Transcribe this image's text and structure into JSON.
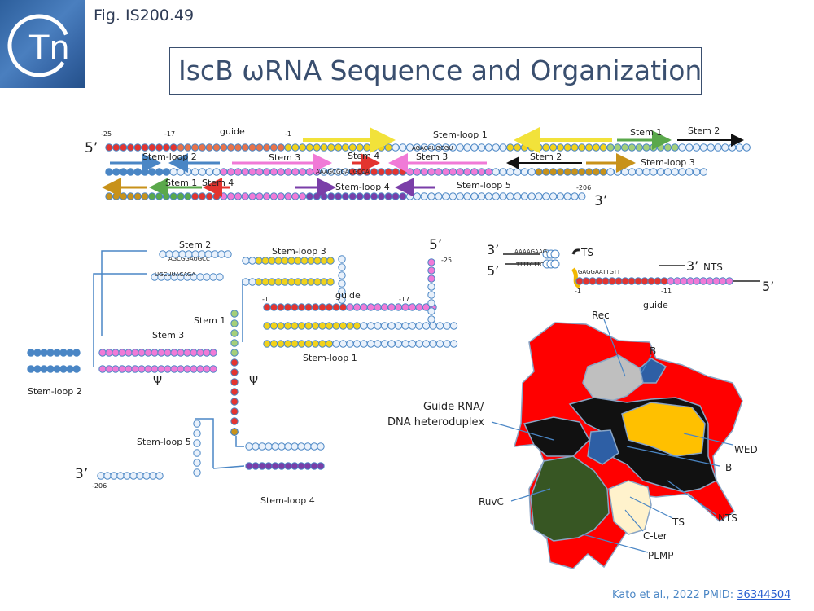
{
  "header": {
    "fig_label": "Fig. IS200.49",
    "title": "IscB ωRNA Sequence and Organization",
    "logo_text": "Tn"
  },
  "colors": {
    "stemloop1": "#f2d21a",
    "guide": "#e8734a",
    "stem_blue": "#4a86c5",
    "stem_pink": "#f07ad7",
    "stem_red": "#e3342f",
    "stem_green": "#5aa84b",
    "stem_black": "#111111",
    "stem_gold": "#c8921a",
    "stem_purple": "#7a3ea8",
    "domain_rec": "#ff0000",
    "domain_wed": "#ffc000",
    "domain_ruvc": "#375623",
    "domain_cter": "#fff2cc",
    "domain_b": "#2e5fa5",
    "domain_grey": "#bfbfbf"
  },
  "linear": {
    "five_prime": "5’",
    "three_prime": "3’",
    "pos_25": "-25",
    "pos_17": "-17",
    "pos_1": "-1",
    "pos_206": "-206",
    "guide": "guide",
    "stemloop1": "Stem-loop 1",
    "stem1_a": "Stem 1",
    "stem2_a": "Stem 2",
    "stemloop2": "Stem-loop 2",
    "stem3_a": "Stem 3",
    "stem4_a": "Stem 4",
    "stem3_b": "Stem 3",
    "stem2_b": "Stem 2",
    "stemloop3": "Stem-loop 3",
    "stem1_b": "Stem 1",
    "stem4_b": "Stem 4",
    "stemloop4": "Stem-loop 4",
    "stemloop5": "Stem-loop 5",
    "seq1": "AGACAUGCGU",
    "seq2": "AAAGCGGAUGCCA"
  },
  "secondary": {
    "stem2": "Stem 2",
    "stemloop3": "Stem-loop 3",
    "five_prime": "5’",
    "pos_25": "-25",
    "guide": "guide",
    "pos_1": "-1",
    "pos_17": "-17",
    "stem1": "Stem 1",
    "stem3": "Stem 3",
    "stemloop1": "Stem-loop 1",
    "stemloop2": "Stem-loop 2",
    "psi1": "Ψ",
    "psi2": "Ψ",
    "stemloop5": "Stem-loop 5",
    "three_prime": "3’",
    "pos_206": "-206",
    "stemloop4": "Stem-loop 4",
    "seq_top": "AGCGGAUGCC",
    "seq_top2": "UGCUUACAGA"
  },
  "heteroduplex": {
    "three_prime": "3’",
    "five_prime": "5’",
    "ts": "TS",
    "nts": "NTS",
    "three_prime_nts": "3’",
    "five_prime_end": "5’",
    "seq_ts": "AAAAGAAG",
    "seq_nts": "TTTTCTTC",
    "seq_mid": "GAGGAATTGTT",
    "pos_1": "-1",
    "pos_11": "-11",
    "guide": "guide"
  },
  "structure": {
    "rec": "Rec",
    "b_top": "B",
    "guide_rna": "Guide RNA/",
    "dna_heteroduplex": "DNA heteroduplex",
    "wed": "WED",
    "b_right": "B",
    "ruvc": "RuvC",
    "nts": "NTS",
    "ts": "TS",
    "cter": "C-ter",
    "plmp": "PLMP"
  },
  "citation": {
    "text": "Kato et al., 2022 PMID: ",
    "pmid": "36344504"
  }
}
